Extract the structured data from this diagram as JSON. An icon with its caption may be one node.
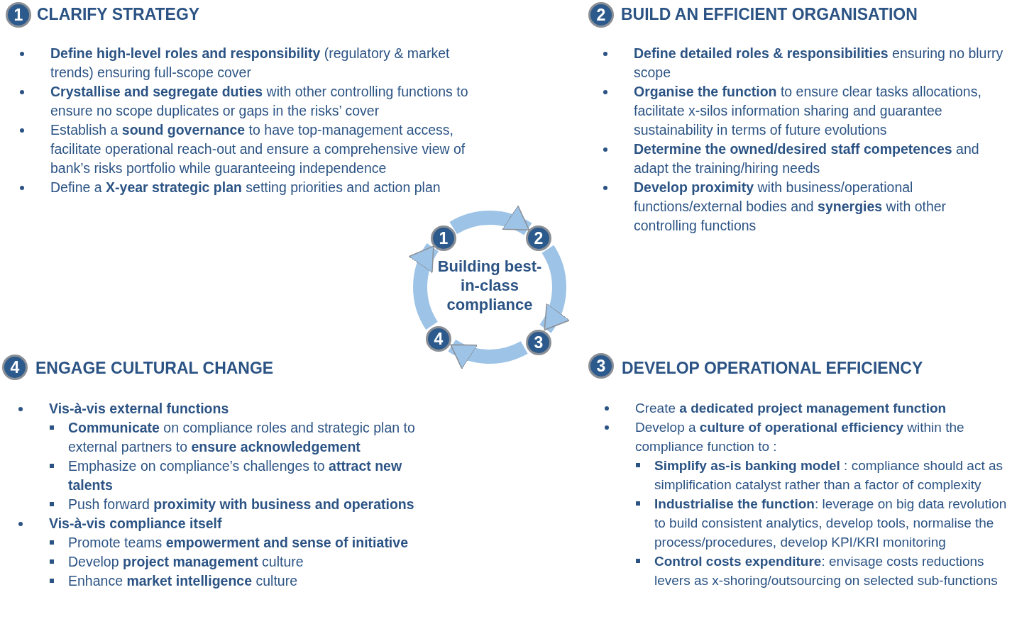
{
  "diagram": {
    "nodes": [
      {
        "text": [
          "1"
        ],
        "beside": [
          "CLARIFY STRATEGY"
        ]
      },
      {
        "text": [
          "2"
        ],
        "beside": [
          "BUILD AN EFFICIENT ORGANISATION"
        ]
      },
      {
        "text": [
          "1"
        ]
      },
      {
        "text": [
          "2"
        ]
      },
      {
        "text": [
          "4"
        ]
      },
      {
        "text": [
          "3"
        ]
      },
      {
        "text": [
          "4"
        ],
        "beside": [
          "ENGAGE CULTURAL CHANGE"
        ]
      },
      {
        "text": [
          "3"
        ],
        "beside": [
          "DEVELOP OPERATIONAL EFFICIENCY"
        ]
      }
    ],
    "edges": [
      {
        "from": 2,
        "to": 3,
        "arrow": "to"
      },
      {
        "from": 3,
        "to": 5,
        "arrow": "to"
      },
      {
        "from": 5,
        "to": 4,
        "arrow": "to"
      },
      {
        "from": 4,
        "to": 2,
        "arrow": "to"
      }
    ],
    "labels": [
      "**Define high-level roles and responsibility** (regulatory & market trends) ensuring full-scope cover",
      "**Crystallise and segregate duties** with other controlling functions to ensure no scope duplicates or gaps in the risks’ cover",
      "Establish a **sound governance** to have top-management access, facilitate operational reach-out and ensure a comprehensive view of bank’s risks portfolio while guaranteeing independence",
      "Define a **X-year strategic plan** setting priorities and action plan",
      "**Define detailed roles & responsibilities** ensuring no blurry scope",
      "**Organise the function** to ensure clear tasks allocations, facilitate x-silos information sharing and guarantee sustainability in terms of future evolutions",
      "**Determine the owned/desired staff competences** and adapt the training/hiring needs",
      "**Develop proximity** with business/operational functions/external bodies and **synergies** with other controlling functions",
      "Building best-in-class compliance",
      "Vis-à-vis external functions",
      "**Communicate** on compliance roles and strategic plan to external partners to **ensure acknowledgement**",
      "Emphasize on compliance’s challenges to **attract new talents**",
      "Push forward **proximity with business and operations**",
      "Vis-à-vis compliance itself",
      "Promote teams **empowerment and sense of initiative**",
      "Develop **project management** culture",
      "Enhance **market intelligence** culture",
      "Create **a dedicated project management function**",
      "Develop a **culture of operational efficiency** within the compliance function to :",
      "**Simplify as-is banking model** : compliance should act as simplification catalyst rather than a factor of complexity",
      "**Industrialise the function**: leverage on big data revolution to build consistent analytics, develop tools, normalise the process/procedures, develop KPI/KRI monitoring",
      "**Control costs expenditure**: envisage costs reductions levers as x-shoring/outsourcing on selected sub-functions"
    ]
  }
}
